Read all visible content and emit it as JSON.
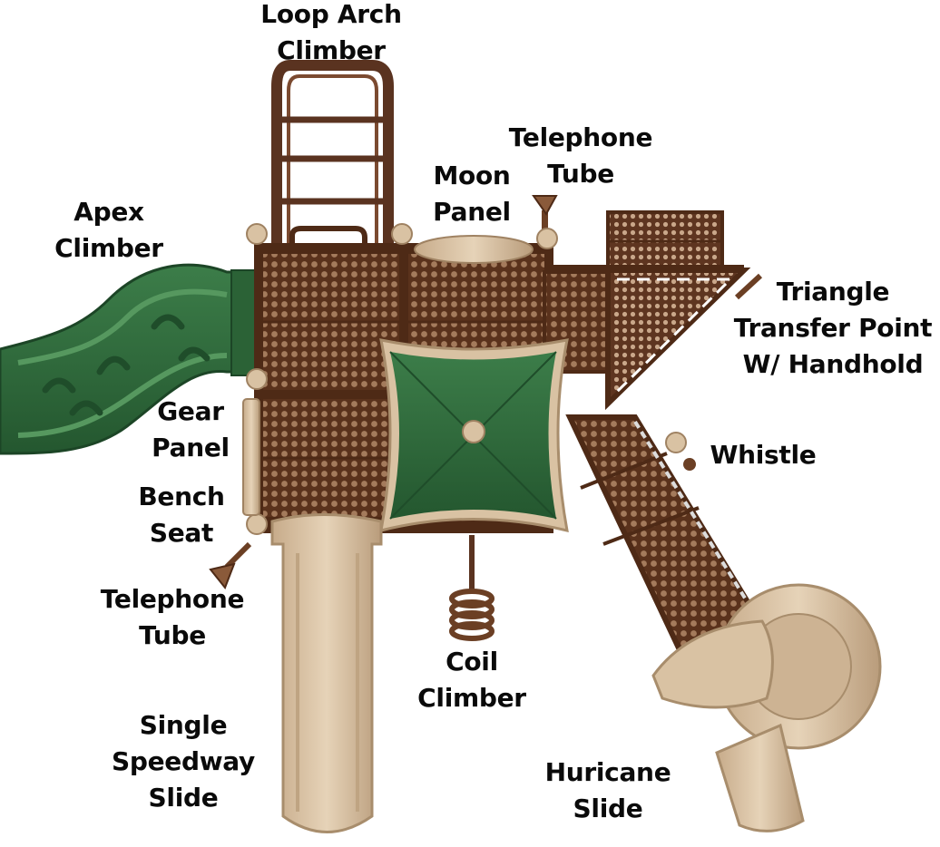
{
  "labels": {
    "loop_arch_climber": [
      "Loop Arch",
      "Climber"
    ],
    "telephone_tube_top": [
      "Telephone",
      "Tube"
    ],
    "moon_panel": [
      "Moon",
      "Panel"
    ],
    "apex_climber": [
      "Apex",
      "Climber"
    ],
    "triangle_transfer_point": [
      "Triangle",
      "Transfer Point",
      "W/ Handhold"
    ],
    "gear_panel": [
      "Gear",
      "Panel"
    ],
    "bench_seat": [
      "Bench",
      "Seat"
    ],
    "whistle": [
      "Whistle"
    ],
    "telephone_tube_bottom": [
      "Telephone",
      "Tube"
    ],
    "coil_climber": [
      "Coil",
      "Climber"
    ],
    "single_speedway_slide": [
      "Single",
      "Speedway",
      "Slide"
    ],
    "huricane_slide": [
      "Huricane",
      "Slide"
    ]
  },
  "colors": {
    "deck_brown": "#6b3f24",
    "frame_brown": "#4e2a16",
    "tan": "#d9c2a3",
    "tan_shade": "#b89d7c",
    "green": "#2f6b3c",
    "green_dark": "#1f4d2a"
  }
}
